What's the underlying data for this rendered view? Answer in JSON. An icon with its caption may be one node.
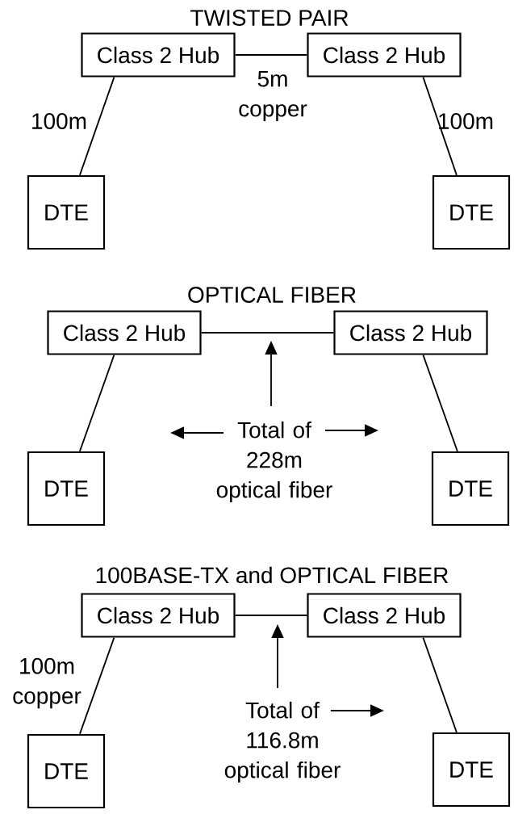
{
  "diagram": {
    "nodes": [
      {
        "text": [
          "Class 2 Hub"
        ]
      },
      {
        "text": [
          "Class 2 Hub"
        ]
      },
      {
        "text": [
          "DTE"
        ]
      },
      {
        "text": [
          "DTE"
        ]
      },
      {
        "text": [
          "Class 2 Hub"
        ]
      },
      {
        "text": [
          "Class 2 Hub"
        ]
      },
      {
        "text": [
          "DTE"
        ]
      },
      {
        "text": [
          "DTE"
        ]
      },
      {
        "text": [
          "Total of 228m optical fiber"
        ]
      },
      {
        "text": [
          "Class 2 Hub"
        ]
      },
      {
        "text": [
          "Class 2 Hub"
        ]
      },
      {
        "text": [
          "DTE"
        ]
      },
      {
        "text": [
          "DTE"
        ]
      },
      {
        "text": [
          "Total of 116.8m optical fiber"
        ]
      }
    ],
    "edges": [
      {
        "from": 0,
        "to": 1,
        "arrow": "none",
        "label": "5m copper"
      },
      {
        "from": 0,
        "to": 2,
        "arrow": "none",
        "label": "100m"
      },
      {
        "from": 1,
        "to": 3,
        "arrow": "none",
        "label": "100m"
      },
      {
        "from": 4,
        "to": 5,
        "arrow": "none"
      },
      {
        "from": 4,
        "to": 6,
        "arrow": "none"
      },
      {
        "from": 5,
        "to": 7,
        "arrow": "none"
      },
      {
        "from": 8,
        "to": null,
        "arrow": "to"
      },
      {
        "from": 8,
        "to": null,
        "arrow": "to"
      },
      {
        "from": 8,
        "to": null,
        "arrow": "to"
      },
      {
        "from": 9,
        "to": 10,
        "arrow": "none"
      },
      {
        "from": 9,
        "to": 11,
        "arrow": "none",
        "label": "100m copper"
      },
      {
        "from": 10,
        "to": 12,
        "arrow": "none"
      },
      {
        "from": 13,
        "to": null,
        "arrow": "to"
      },
      {
        "from": 13,
        "to": null,
        "arrow": "to"
      }
    ],
    "labels": [
      "TWISTED PAIR",
      "OPTICAL FIBER",
      "100BASE-TX and OPTICAL FIBER"
    ]
  }
}
